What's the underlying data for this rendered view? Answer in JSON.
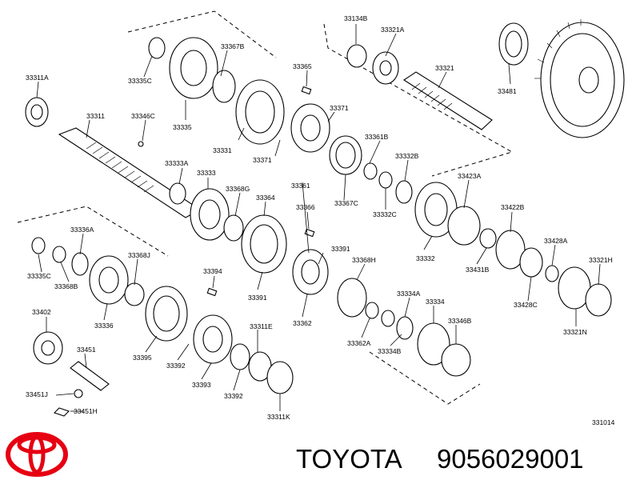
{
  "brand": {
    "name": "TOYOTA",
    "part_number": "9056029001",
    "logo": "toyota-logo-icon",
    "logo_color": "#e60012"
  },
  "reference_code": "331014",
  "labels": [
    "33134B",
    "33321A",
    "33335C",
    "33367B",
    "33365",
    "33321",
    "33481",
    "33311A",
    "33335",
    "33311",
    "33346C",
    "33331",
    "33371",
    "33371",
    "33361B",
    "33332B",
    "33333A",
    "33333",
    "33368G",
    "33364",
    "33361",
    "33367C",
    "33332C",
    "33423A",
    "33366",
    "33422B",
    "33336A",
    "33368J",
    "33391",
    "33332",
    "33428A",
    "33321H",
    "33335C",
    "33368B",
    "33394",
    "33368H",
    "33431B",
    "33428C",
    "33336",
    "33391",
    "33334A",
    "33334",
    "33402",
    "33362",
    "33346B",
    "33321N",
    "33451",
    "33395",
    "33311E",
    "33362A",
    "33334B",
    "33392",
    "33451J",
    "33393",
    "33392",
    "33451H",
    "33311K"
  ]
}
